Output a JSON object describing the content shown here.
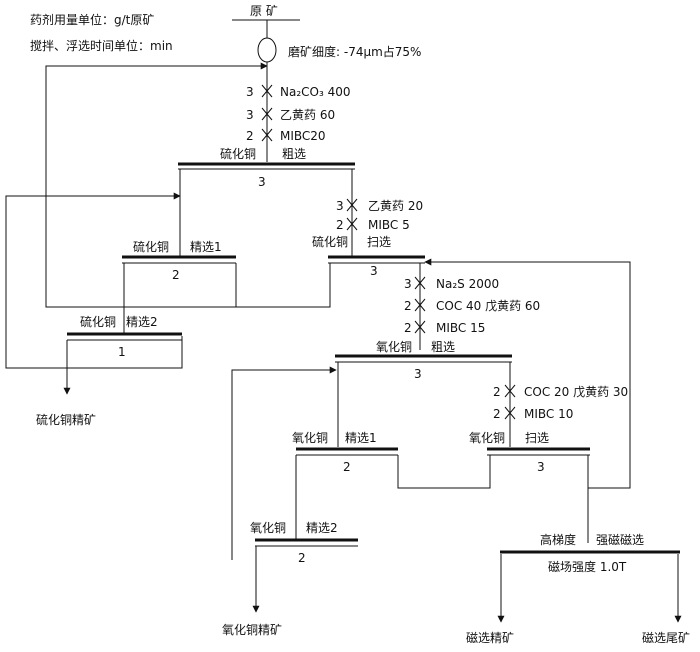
{
  "header": {
    "units_line1": "药剂用量单位：g/t原矿",
    "units_line2": "搅拌、浮选时间单位：min"
  },
  "feed": {
    "label": "原 矿",
    "grinding": "磨矿细度: -74μm占75%"
  },
  "reagents": {
    "r1": [
      {
        "time": "3",
        "text": "Na₂CO₃ 400"
      },
      {
        "time": "3",
        "text": "乙黄药  60"
      },
      {
        "time": "2",
        "text": "MIBC20"
      }
    ],
    "r2": [
      {
        "time": "3",
        "text": "乙黄药  20"
      },
      {
        "time": "2",
        "text": "MIBC 5"
      }
    ],
    "r3": [
      {
        "time": "3",
        "text": "Na₂S 2000"
      },
      {
        "time": "2",
        "text": "COC 40 戊黄药 60"
      },
      {
        "time": "2",
        "text": "MIBC 15"
      }
    ],
    "r4": [
      {
        "time": "2",
        "text": "COC 20 戊黄药 30"
      },
      {
        "time": "2",
        "text": "MIBC 10"
      }
    ]
  },
  "cells": {
    "sulfide_rougher": {
      "left": "硫化铜",
      "right": "粗选",
      "time": "3"
    },
    "sulfide_cleaner1": {
      "left": "硫化铜",
      "right": "精选1",
      "time": "2"
    },
    "sulfide_scavenger": {
      "left": "硫化铜",
      "right": "扫选",
      "time": "3"
    },
    "sulfide_cleaner2": {
      "left": "硫化铜",
      "right": "精选2",
      "time": "1"
    },
    "oxide_rougher": {
      "left": "氧化铜",
      "right": "粗选",
      "time": "3"
    },
    "oxide_cleaner1": {
      "left": "氧化铜",
      "right": "精选1",
      "time": "2"
    },
    "oxide_scavenger": {
      "left": "氧化铜",
      "right": "扫选",
      "time": "3"
    },
    "oxide_cleaner2": {
      "left": "氧化铜",
      "right": "精选2",
      "time": "2"
    },
    "magnetic": {
      "left": "高梯度",
      "right": "强磁磁选",
      "field": "磁场强度 1.0T"
    }
  },
  "products": {
    "sulfide_conc": "硫化铜精矿",
    "oxide_conc": "氧化铜精矿",
    "mag_conc": "磁选精矿",
    "mag_tail": "磁选尾矿"
  }
}
